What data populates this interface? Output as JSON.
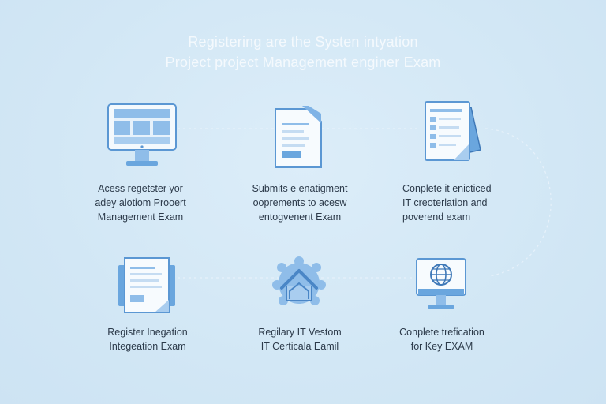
{
  "title": {
    "line1": "Registering are the Systen intyation",
    "line2": "Project project Management enginer Exam"
  },
  "steps": [
    {
      "icon": "monitor-icon",
      "lines": [
        "Acess regetster yor",
        "adey alotiom Prooert",
        "Management Exam"
      ]
    },
    {
      "icon": "document-icon",
      "lines": [
        "Submits e enatigment",
        "ooprements to acesw",
        "entogvenent Exam"
      ]
    },
    {
      "icon": "document-stack-icon",
      "lines": [
        "Conplete it enicticed",
        "IT creoterlation and",
        "poverend exam"
      ]
    },
    {
      "icon": "form-document-icon",
      "lines": [
        "Register Inegation",
        "Integeation Exam"
      ]
    },
    {
      "icon": "house-gear-icon",
      "lines": [
        "Regilary IT Vestom",
        "IT Certicala Eamil"
      ]
    },
    {
      "icon": "globe-monitor-icon",
      "lines": [
        "Conplete trefication",
        "for Key EXAM"
      ]
    }
  ],
  "colors": {
    "background": "#d3e8f6",
    "icon_blue": "#6aa6de",
    "icon_light": "#a9cdef",
    "icon_stroke": "#4a86c6",
    "title": "#f4f9fd"
  }
}
